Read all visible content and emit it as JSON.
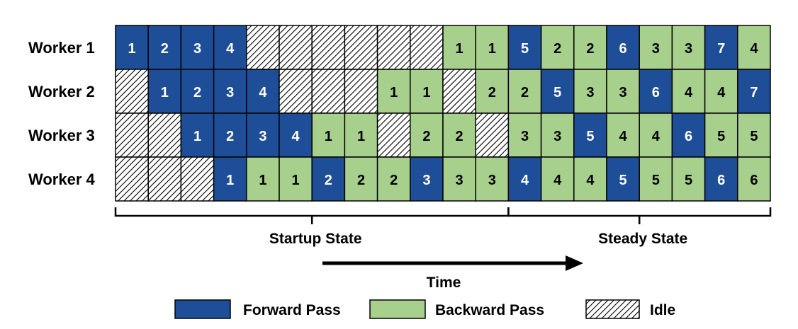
{
  "colors": {
    "forward": "#1f4e99",
    "backward": "#a8d08d",
    "border": "#000000",
    "text_on_forward": "#ffffff",
    "text_on_backward": "#000000"
  },
  "workers": [
    {
      "label": "Worker 1",
      "cells": [
        {
          "type": "F",
          "label": "1"
        },
        {
          "type": "F",
          "label": "2"
        },
        {
          "type": "F",
          "label": "3"
        },
        {
          "type": "F",
          "label": "4"
        },
        {
          "type": "I",
          "label": ""
        },
        {
          "type": "I",
          "label": ""
        },
        {
          "type": "I",
          "label": ""
        },
        {
          "type": "I",
          "label": ""
        },
        {
          "type": "I",
          "label": ""
        },
        {
          "type": "I",
          "label": ""
        },
        {
          "type": "B",
          "label": "1"
        },
        {
          "type": "B",
          "label": "1"
        },
        {
          "type": "F",
          "label": "5"
        },
        {
          "type": "B",
          "label": "2"
        },
        {
          "type": "B",
          "label": "2"
        },
        {
          "type": "F",
          "label": "6"
        },
        {
          "type": "B",
          "label": "3"
        },
        {
          "type": "B",
          "label": "3"
        },
        {
          "type": "F",
          "label": "7"
        },
        {
          "type": "B",
          "label": "4"
        }
      ]
    },
    {
      "label": "Worker 2",
      "cells": [
        {
          "type": "I",
          "label": ""
        },
        {
          "type": "F",
          "label": "1"
        },
        {
          "type": "F",
          "label": "2"
        },
        {
          "type": "F",
          "label": "3"
        },
        {
          "type": "F",
          "label": "4"
        },
        {
          "type": "I",
          "label": ""
        },
        {
          "type": "I",
          "label": ""
        },
        {
          "type": "I",
          "label": ""
        },
        {
          "type": "B",
          "label": "1"
        },
        {
          "type": "B",
          "label": "1"
        },
        {
          "type": "I",
          "label": ""
        },
        {
          "type": "B",
          "label": "2"
        },
        {
          "type": "B",
          "label": "2"
        },
        {
          "type": "F",
          "label": "5"
        },
        {
          "type": "B",
          "label": "3"
        },
        {
          "type": "B",
          "label": "3"
        },
        {
          "type": "F",
          "label": "6"
        },
        {
          "type": "B",
          "label": "4"
        },
        {
          "type": "B",
          "label": "4"
        },
        {
          "type": "F",
          "label": "7"
        }
      ]
    },
    {
      "label": "Worker 3",
      "cells": [
        {
          "type": "I",
          "label": ""
        },
        {
          "type": "I",
          "label": ""
        },
        {
          "type": "F",
          "label": "1"
        },
        {
          "type": "F",
          "label": "2"
        },
        {
          "type": "F",
          "label": "3"
        },
        {
          "type": "F",
          "label": "4"
        },
        {
          "type": "B",
          "label": "1"
        },
        {
          "type": "B",
          "label": "1"
        },
        {
          "type": "I",
          "label": ""
        },
        {
          "type": "B",
          "label": "2"
        },
        {
          "type": "B",
          "label": "2"
        },
        {
          "type": "I",
          "label": ""
        },
        {
          "type": "B",
          "label": "3"
        },
        {
          "type": "B",
          "label": "3"
        },
        {
          "type": "F",
          "label": "5"
        },
        {
          "type": "B",
          "label": "4"
        },
        {
          "type": "B",
          "label": "4"
        },
        {
          "type": "F",
          "label": "6"
        },
        {
          "type": "B",
          "label": "5"
        },
        {
          "type": "B",
          "label": "5"
        }
      ]
    },
    {
      "label": "Worker 4",
      "cells": [
        {
          "type": "I",
          "label": ""
        },
        {
          "type": "I",
          "label": ""
        },
        {
          "type": "I",
          "label": ""
        },
        {
          "type": "F",
          "label": "1"
        },
        {
          "type": "B",
          "label": "1"
        },
        {
          "type": "B",
          "label": "1"
        },
        {
          "type": "F",
          "label": "2"
        },
        {
          "type": "B",
          "label": "2"
        },
        {
          "type": "B",
          "label": "2"
        },
        {
          "type": "F",
          "label": "3"
        },
        {
          "type": "B",
          "label": "3"
        },
        {
          "type": "B",
          "label": "3"
        },
        {
          "type": "F",
          "label": "4"
        },
        {
          "type": "B",
          "label": "4"
        },
        {
          "type": "B",
          "label": "4"
        },
        {
          "type": "F",
          "label": "5"
        },
        {
          "type": "B",
          "label": "5"
        },
        {
          "type": "B",
          "label": "5"
        },
        {
          "type": "F",
          "label": "6"
        },
        {
          "type": "B",
          "label": "6"
        }
      ]
    }
  ],
  "phases": [
    {
      "label": "Startup State",
      "start_step": 0,
      "end_step": 12
    },
    {
      "label": "Steady State",
      "start_step": 12,
      "end_step": 20
    }
  ],
  "time_label": "Time",
  "legend": [
    {
      "type": "F",
      "label": "Forward Pass"
    },
    {
      "type": "B",
      "label": "Backward Pass"
    },
    {
      "type": "I",
      "label": "Idle"
    }
  ]
}
